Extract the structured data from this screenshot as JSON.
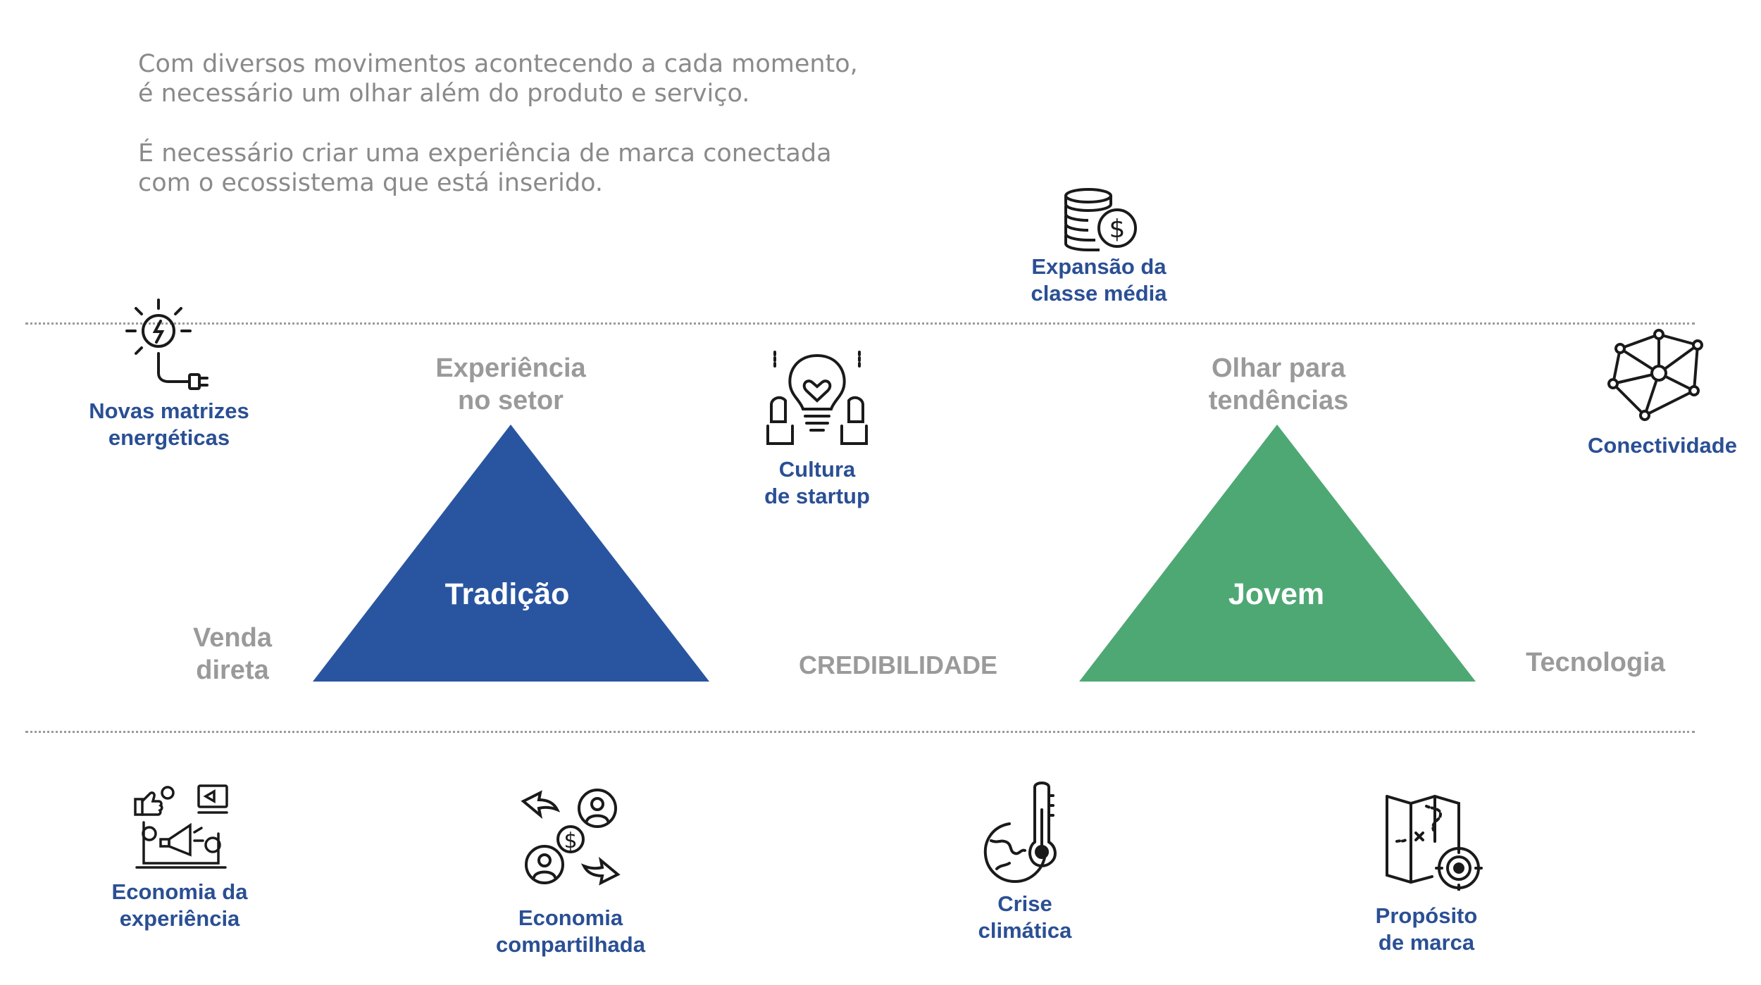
{
  "intro": {
    "paragraph1": "Com diversos movimentos acontecendo a cada momento,\né necessário um olhar além do produto e serviço.",
    "paragraph2": "É necessário criar uma experiência de marca conectada\ncom o ecossistema que está inserido."
  },
  "top_icons": {
    "expansao": {
      "label": "Expansão da\nclasse média",
      "icon": "coins-dollar-icon"
    },
    "novas_matrizes": {
      "label": "Novas matrizes\nenergéticas",
      "icon": "sun-plug-icon"
    },
    "cultura": {
      "label": "Cultura\nde startup",
      "icon": "puzzle-lightbulb-icon"
    },
    "conectividade": {
      "label": "Conectividade",
      "icon": "network-icon"
    }
  },
  "triangles": {
    "tradicao": {
      "center": "Tradição",
      "top": "Experiência\nno setor",
      "left": "Venda\ndireta",
      "color": "#2955a0"
    },
    "jovem": {
      "center": "Jovem",
      "top": "Olhar para\ntendências",
      "right": "Tecnologia",
      "color": "#4ea874"
    },
    "middle": "CREDIBILIDADE"
  },
  "bottom_icons": {
    "economia_experiencia": {
      "label": "Economia da\nexperiência",
      "icon": "laptop-megaphone-icon"
    },
    "economia_compartilhada": {
      "label": "Economia\ncompartilhada",
      "icon": "people-exchange-icon"
    },
    "crise": {
      "label": "Crise\nclimática",
      "icon": "globe-thermometer-icon"
    },
    "proposito": {
      "label": "Propósito\nde marca",
      "icon": "map-target-icon"
    }
  },
  "colors": {
    "accent_blue": "#2a4f94",
    "grey_text": "#9a9a9a",
    "green": "#4ea874",
    "blue_triangle": "#2955a0"
  }
}
